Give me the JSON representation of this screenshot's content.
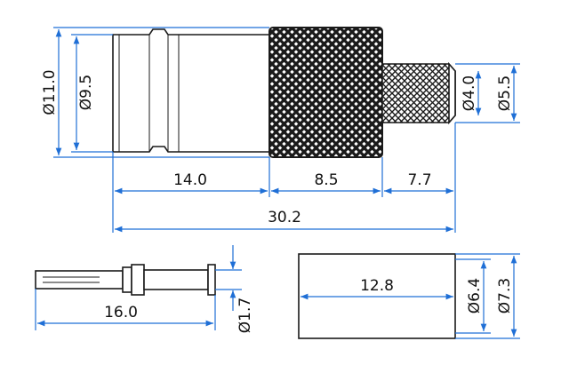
{
  "colors": {
    "dimension_line": "#1f6fd6",
    "outline": "#1a1a1a",
    "knurl_fill": "#ffffff",
    "text": "#111111"
  },
  "dimensions": {
    "body_outer_diameter": "Ø11.0",
    "body_inner_diameter": "Ø9.5",
    "rear_inner_diameter": "Ø4.0",
    "rear_outer_diameter": "Ø5.5",
    "front_length": "14.0",
    "knurl_length": "8.5",
    "rear_length": "7.7",
    "total_length": "30.2",
    "pin_length": "16.0",
    "pin_diameter": "Ø1.7",
    "ferrule_length": "12.8",
    "ferrule_inner_diameter": "Ø6.4",
    "ferrule_outer_diameter": "Ø7.3"
  }
}
